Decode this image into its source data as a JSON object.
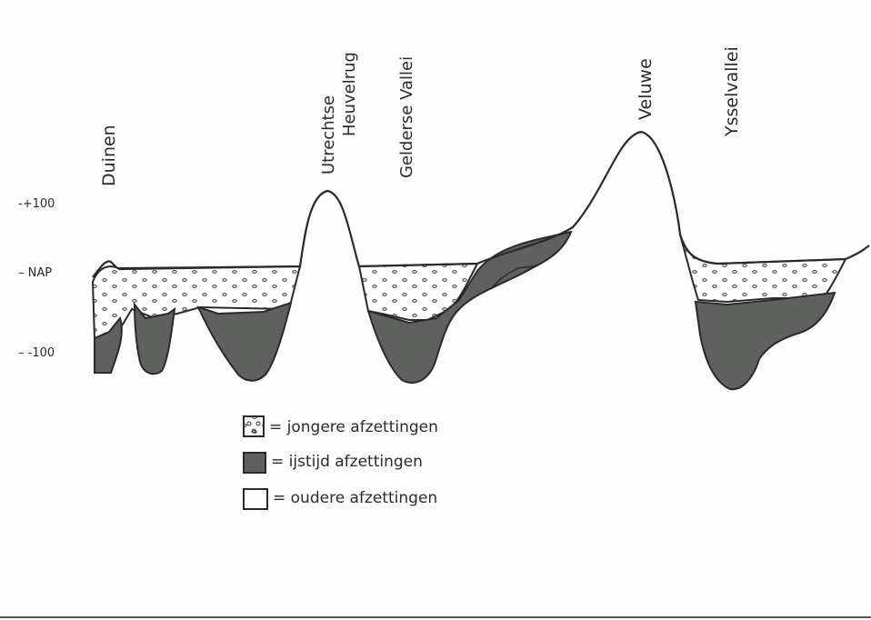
{
  "colors": {
    "ink": "#2a2a2a",
    "ice_age_fill": "#5e615e",
    "paper": "#fdfdfd"
  },
  "landscape_labels": {
    "duinen": "Duinen",
    "utrechtse_line1": "Utrechtse",
    "utrechtse_line2": "Heuvelrug",
    "gelderse_vallei": "Gelderse Vallei",
    "veluwe": "Veluwe",
    "ijsselvallei": "Ysselvallei"
  },
  "height_labels": {
    "plus100": "-+100",
    "nap": "– NAP",
    "minus100": "– -100"
  },
  "legend": {
    "younger": "= jongere afzettingen",
    "ice_age": "= ijstijd afzettingen",
    "older": "= oudere afzettingen"
  },
  "icons": {
    "younger": "dotted-square-icon",
    "ice_age": "filled-square-icon",
    "older": "empty-square-icon"
  }
}
